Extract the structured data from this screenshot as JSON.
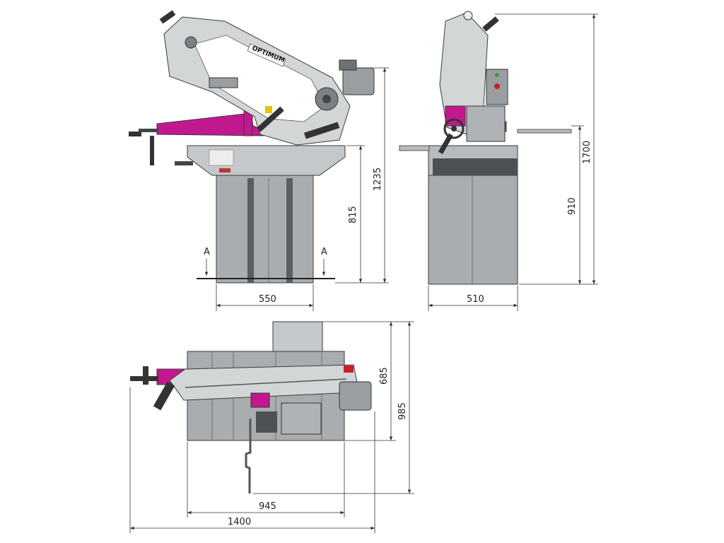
{
  "brand_label": "OPTIMUM",
  "section_marks": [
    "A",
    "A"
  ],
  "dimensions": {
    "front_height_total": "1235",
    "front_height_table": "815",
    "front_base_width": "550",
    "side_base_width": "510",
    "side_height_table": "910",
    "side_height_total": "1700",
    "top_width_base": "945",
    "top_width_total": "1400",
    "top_depth_base": "685",
    "top_depth_total": "985"
  },
  "colors": {
    "machine_gray": "#a9adaf",
    "machine_light": "#d3d6d7",
    "machine_dark": "#5a5e60",
    "accent_magenta": "#c2188f",
    "outline": "#3a3a3a"
  }
}
